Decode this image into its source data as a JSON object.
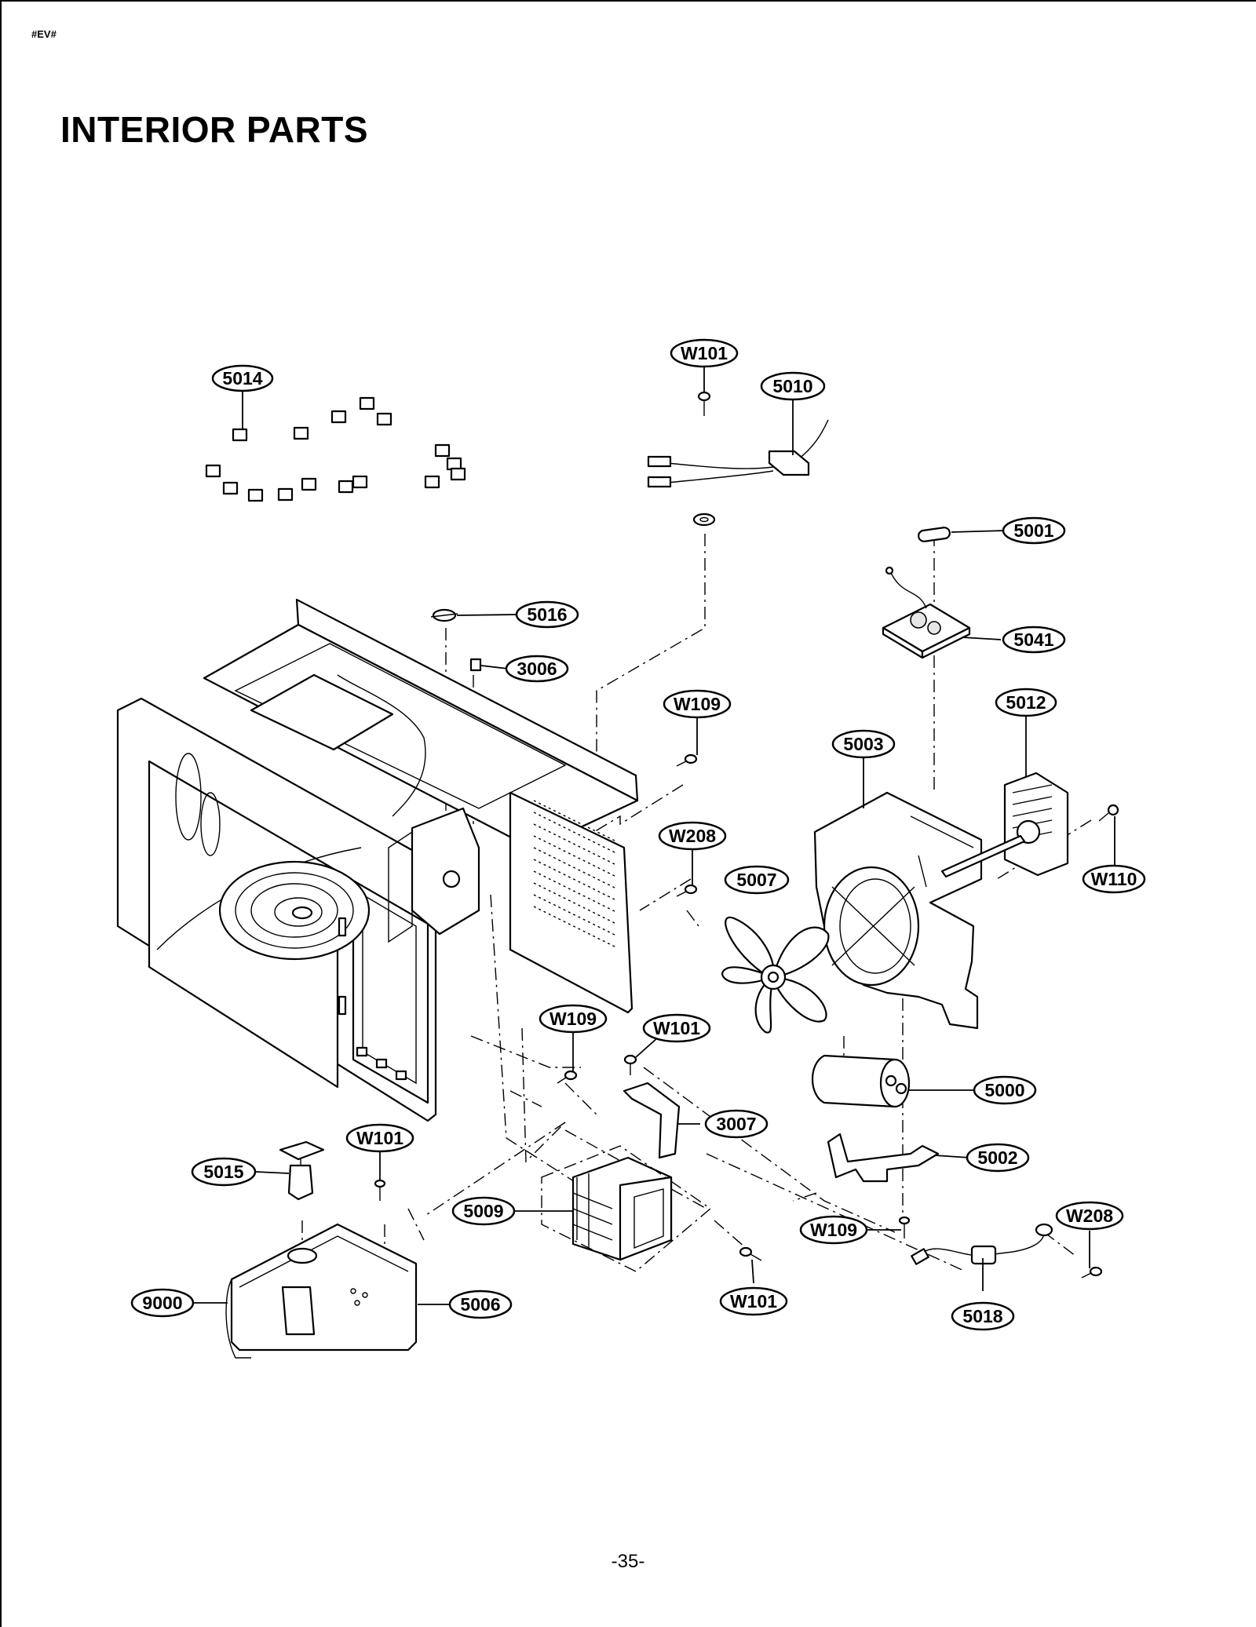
{
  "header": {
    "code": "#EV#"
  },
  "title": "INTERIOR PARTS",
  "page_number": "-35-",
  "callouts": [
    {
      "id": "5014",
      "label": "5014"
    },
    {
      "id": "W101a",
      "label": "W101"
    },
    {
      "id": "5010",
      "label": "5010"
    },
    {
      "id": "5001",
      "label": "5001"
    },
    {
      "id": "5016",
      "label": "5016"
    },
    {
      "id": "3006",
      "label": "3006"
    },
    {
      "id": "5041",
      "label": "5041"
    },
    {
      "id": "W109a",
      "label": "W109"
    },
    {
      "id": "5012",
      "label": "5012"
    },
    {
      "id": "5003",
      "label": "5003"
    },
    {
      "id": "W208a",
      "label": "W208"
    },
    {
      "id": "5007",
      "label": "5007"
    },
    {
      "id": "W110",
      "label": "W110"
    },
    {
      "id": "W109b",
      "label": "W109"
    },
    {
      "id": "W101b",
      "label": "W101"
    },
    {
      "id": "5000",
      "label": "5000"
    },
    {
      "id": "3007",
      "label": "3007"
    },
    {
      "id": "W101c",
      "label": "W101"
    },
    {
      "id": "5002",
      "label": "5002"
    },
    {
      "id": "5015",
      "label": "5015"
    },
    {
      "id": "5009",
      "label": "5009"
    },
    {
      "id": "W208b",
      "label": "W208"
    },
    {
      "id": "W109c",
      "label": "W109"
    },
    {
      "id": "9000",
      "label": "9000"
    },
    {
      "id": "5006",
      "label": "5006"
    },
    {
      "id": "W101d",
      "label": "W101"
    },
    {
      "id": "5018",
      "label": "5018"
    }
  ]
}
